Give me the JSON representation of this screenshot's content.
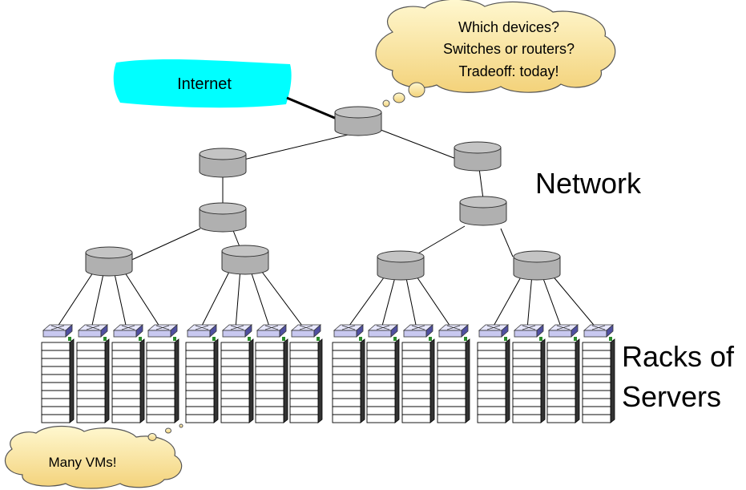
{
  "internet": {
    "label": "Internet"
  },
  "thought_top": {
    "lines": [
      "Which devices?",
      "Switches or routers?",
      "Tradeoff: today!"
    ]
  },
  "thought_bottom": {
    "label": "Many VMs!"
  },
  "labels": {
    "network": "Network",
    "racks_line1": "Racks of",
    "racks_line2": "Servers"
  },
  "colors": {
    "internet": "#00ffff",
    "cloud_fill": "#fbe49b",
    "router_fill": "#b0b0b0",
    "switch_fill": "#c8c8f0"
  },
  "icons": {
    "router": "router-cylinder-icon",
    "switch": "rack-switch-icon",
    "server": "server-rack-icon"
  }
}
